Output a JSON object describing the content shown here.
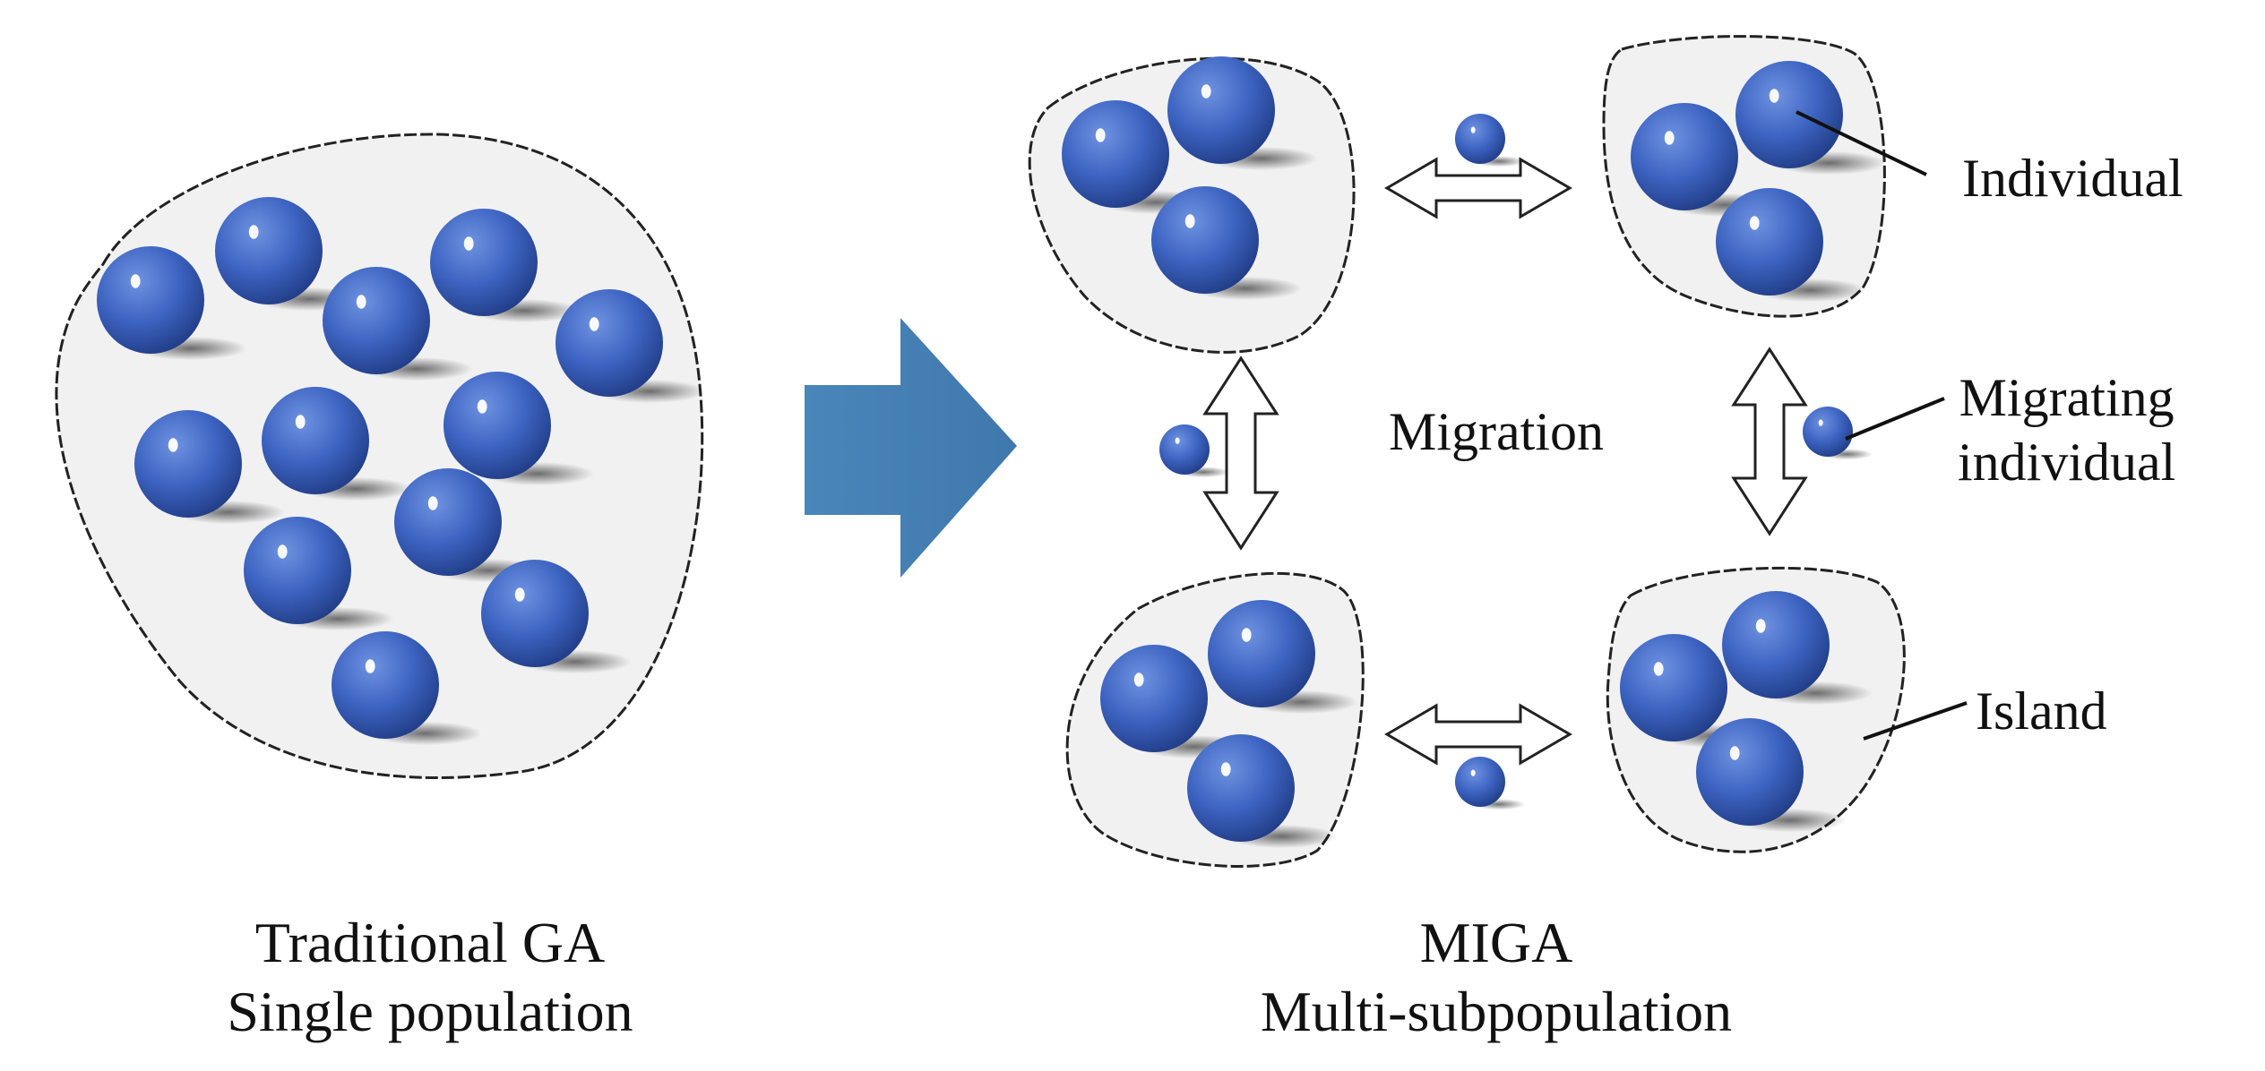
{
  "left_caption": {
    "line1": "Traditional GA",
    "line2": "Single population"
  },
  "right_caption": {
    "line1": "MIGA",
    "line2": "Multi-subpopulation"
  },
  "labels": {
    "migration": "Migration",
    "individual": "Individual",
    "migrating_line1": "Migrating",
    "migrating_line2": "individual",
    "island": "Island"
  },
  "colors": {
    "individual": "#3d64c2",
    "island_fill": "#f1f1f1",
    "big_arrow": "#4a86b9",
    "outline": "#222222"
  }
}
